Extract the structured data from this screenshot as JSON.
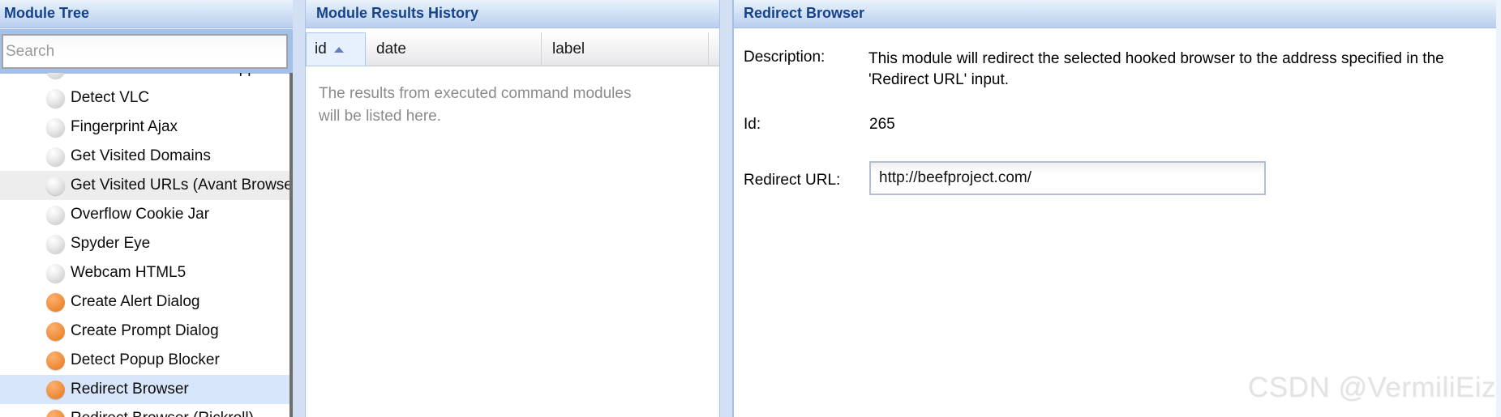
{
  "module_tree": {
    "title": "Module Tree",
    "search_placeholder": "Search",
    "items": [
      {
        "label": "Detect Evernote Web Clipper",
        "dot": "gray",
        "state": "normal"
      },
      {
        "label": "Detect VLC",
        "dot": "gray",
        "state": "normal"
      },
      {
        "label": "Fingerprint Ajax",
        "dot": "gray",
        "state": "normal"
      },
      {
        "label": "Get Visited Domains",
        "dot": "gray",
        "state": "normal"
      },
      {
        "label": "Get Visited URLs (Avant Browser)",
        "dot": "gray",
        "state": "hover"
      },
      {
        "label": "Overflow Cookie Jar",
        "dot": "gray",
        "state": "normal"
      },
      {
        "label": "Spyder Eye",
        "dot": "gray",
        "state": "normal"
      },
      {
        "label": "Webcam HTML5",
        "dot": "gray",
        "state": "normal"
      },
      {
        "label": "Create Alert Dialog",
        "dot": "orange",
        "state": "normal"
      },
      {
        "label": "Create Prompt Dialog",
        "dot": "orange",
        "state": "normal"
      },
      {
        "label": "Detect Popup Blocker",
        "dot": "orange",
        "state": "normal"
      },
      {
        "label": "Redirect Browser",
        "dot": "orange",
        "state": "selected"
      },
      {
        "label": "Redirect Browser (Rickroll)",
        "dot": "orange",
        "state": "normal"
      }
    ]
  },
  "results_history": {
    "title": "Module Results History",
    "columns": [
      {
        "label": "id",
        "sort": "asc"
      },
      {
        "label": "date",
        "sort": ""
      },
      {
        "label": "label",
        "sort": ""
      }
    ],
    "empty_text": "The results from executed command modules will be listed here."
  },
  "module_detail": {
    "title": "Redirect Browser",
    "description_label": "Description:",
    "description_text": "This module will redirect the selected hooked browser to the address specified in the 'Redirect URL' input.",
    "id_label": "Id:",
    "id_value": "265",
    "url_label": "Redirect URL:",
    "url_value": "http://beefproject.com/"
  },
  "watermark": "CSDN @VermiliEiz",
  "colors": {
    "header_text": "#15428b",
    "selection_bg": "#d7e6fa",
    "hover_bg": "#ededed",
    "dot_gray": "#d5d5d5",
    "dot_orange": "#ef8a3a",
    "splitter": "#d3dff2",
    "empty_text": "#8b8b8b"
  }
}
